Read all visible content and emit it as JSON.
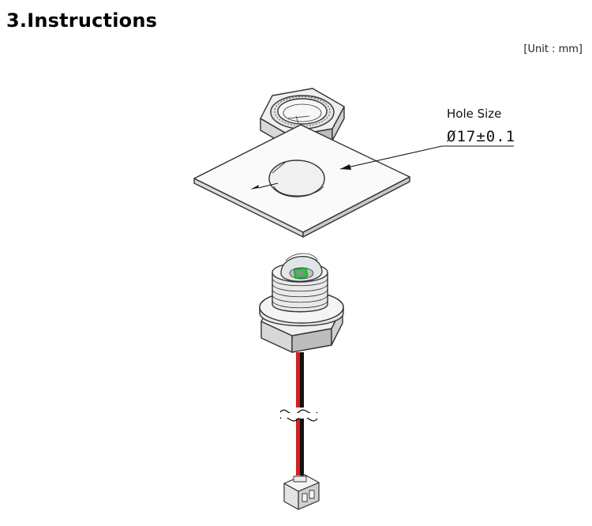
{
  "header": {
    "title": "3.Instructions",
    "unit": "[Unit : mm]"
  },
  "diagram": {
    "hole_label": "Hole Size",
    "hole_dimension": "Ø17±0.1",
    "colors": {
      "outline": "#333333",
      "part_fill": "#eeeeee",
      "part_shade": "#cfcfcf",
      "wire_red": "#d42020",
      "wire_black": "#111111",
      "led_green": "#2fbf4a"
    }
  }
}
